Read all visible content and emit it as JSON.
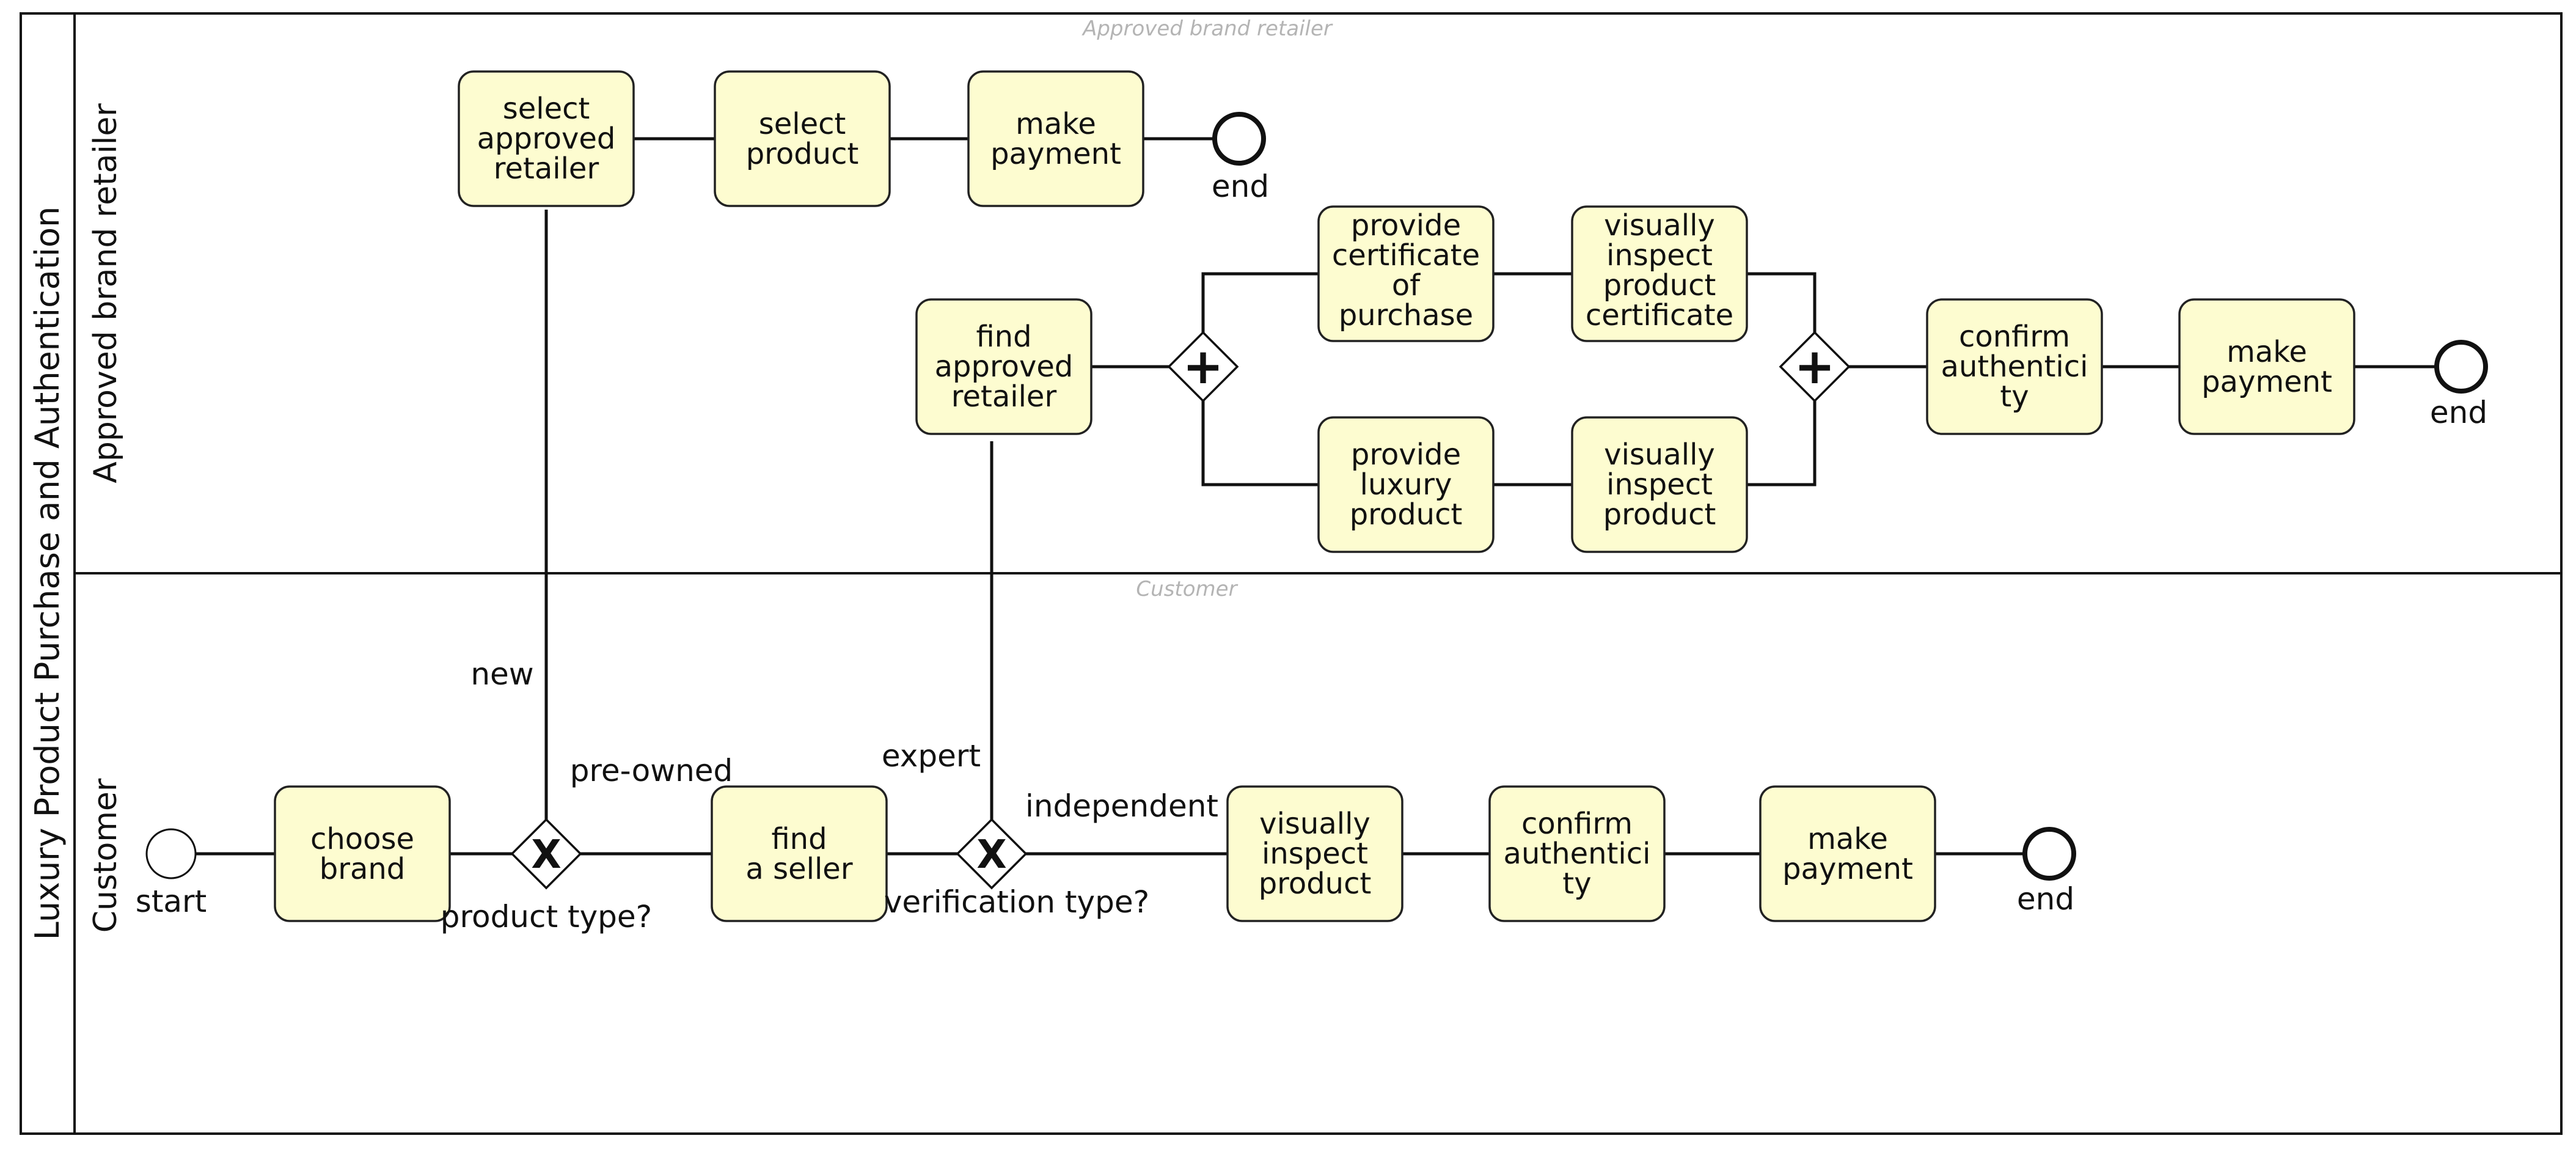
{
  "pool": {
    "title": "Luxury Product Purchase and Authentication"
  },
  "lanes": {
    "retailer": {
      "title": "Approved brand retailer",
      "watermark": "Approved brand retailer"
    },
    "customer": {
      "title": "Customer",
      "watermark": "Customer"
    }
  },
  "tasks": {
    "select_retailer": [
      "select",
      "approved",
      "retailer"
    ],
    "select_product": [
      "select",
      "product"
    ],
    "make_payment_retail_new": [
      "make",
      "payment"
    ],
    "find_approved_retailer": [
      "find",
      "approved",
      "retailer"
    ],
    "provide_certificate": [
      "provide",
      "certificate",
      "of",
      "purchase"
    ],
    "inspect_certificate": [
      "visually",
      "inspect",
      "product",
      "certificate"
    ],
    "provide_luxury_product": [
      "provide",
      "luxury",
      "product"
    ],
    "inspect_product_retail": [
      "visually",
      "inspect",
      "product"
    ],
    "confirm_authenticity_retail": [
      "confirm",
      "authentici",
      "ty"
    ],
    "make_payment_retail_expert": [
      "make",
      "payment"
    ],
    "choose_brand": [
      "choose",
      "brand"
    ],
    "find_seller": [
      "find",
      "a seller"
    ],
    "inspect_product_customer": [
      "visually",
      "inspect",
      "product"
    ],
    "confirm_authenticity_customer": [
      "confirm",
      "authentici",
      "ty"
    ],
    "make_payment_customer": [
      "make",
      "payment"
    ]
  },
  "events": {
    "start": "start",
    "end_retail_new": "end",
    "end_retail_expert": "end",
    "end_customer": "end"
  },
  "gateways": {
    "product_type": {
      "label": "product type?",
      "marker": "X"
    },
    "verification_type": {
      "label": "verification type?",
      "marker": "X"
    },
    "parallel_split": {
      "marker": "+"
    },
    "parallel_join": {
      "marker": "+"
    }
  },
  "flow_labels": {
    "new": "new",
    "pre_owned": "pre-owned",
    "expert": "expert",
    "independent": "independent"
  }
}
